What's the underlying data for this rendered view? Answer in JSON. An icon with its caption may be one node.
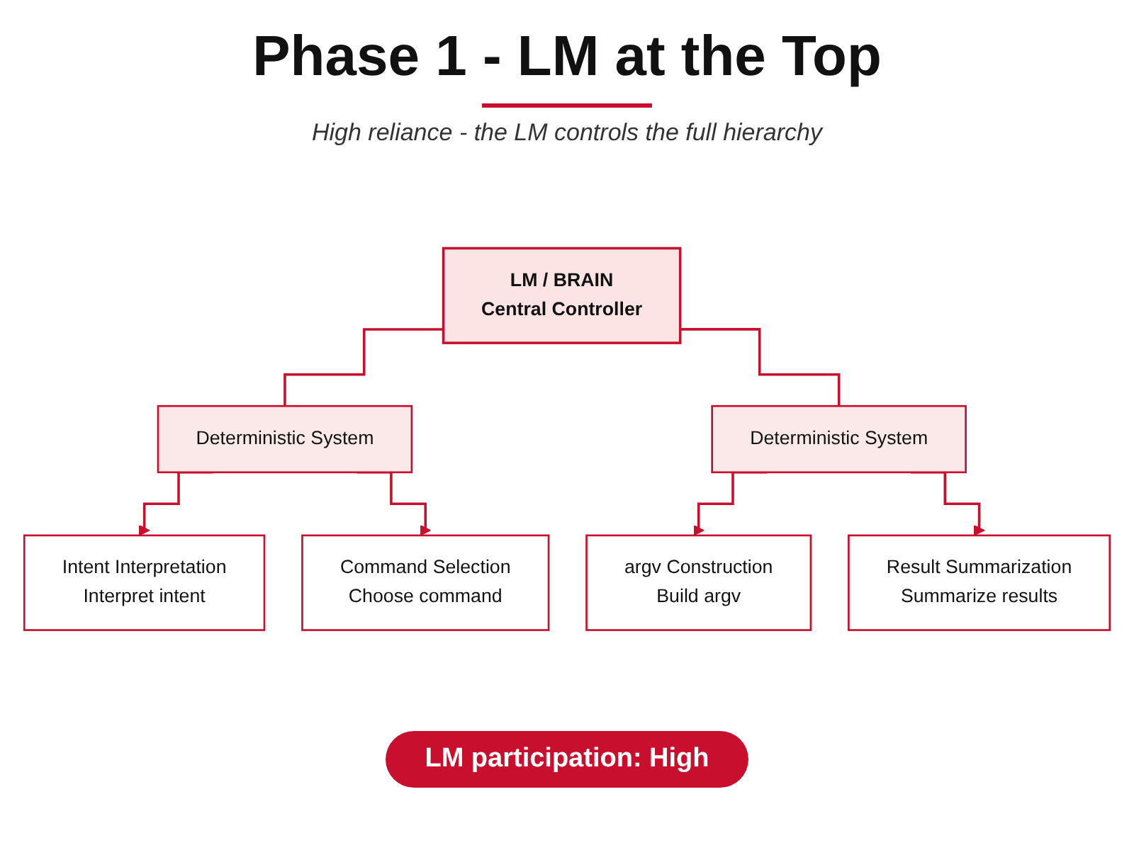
{
  "diagram": {
    "title": "Phase 1 - LM at the Top",
    "nodes": [
      {
        "text": [
          "LM / BRAIN",
          "Central Controller"
        ]
      },
      {
        "text": [
          "Deterministic System"
        ]
      },
      {
        "text": [
          "Deterministic System"
        ]
      },
      {
        "text": [
          "Intent Interpretation",
          "Interpret intent"
        ]
      },
      {
        "text": [
          "Command Selection",
          "Choose command"
        ]
      },
      {
        "text": [
          "argv Construction",
          "Build argv"
        ]
      },
      {
        "text": [
          "Result Summarization",
          "Summarize results"
        ]
      }
    ],
    "edges": [
      {
        "from": 0,
        "to": 1,
        "arrow": "none"
      },
      {
        "from": 0,
        "to": 2,
        "arrow": "none"
      },
      {
        "from": 1,
        "to": 3,
        "arrow": "to"
      },
      {
        "from": 1,
        "to": 4,
        "arrow": "to"
      },
      {
        "from": 2,
        "to": 5,
        "arrow": "to"
      },
      {
        "from": 2,
        "to": 6,
        "arrow": "to"
      }
    ],
    "labels": [
      "High reliance - the LM controls the full hierarchy",
      "LM participation: High"
    ]
  }
}
